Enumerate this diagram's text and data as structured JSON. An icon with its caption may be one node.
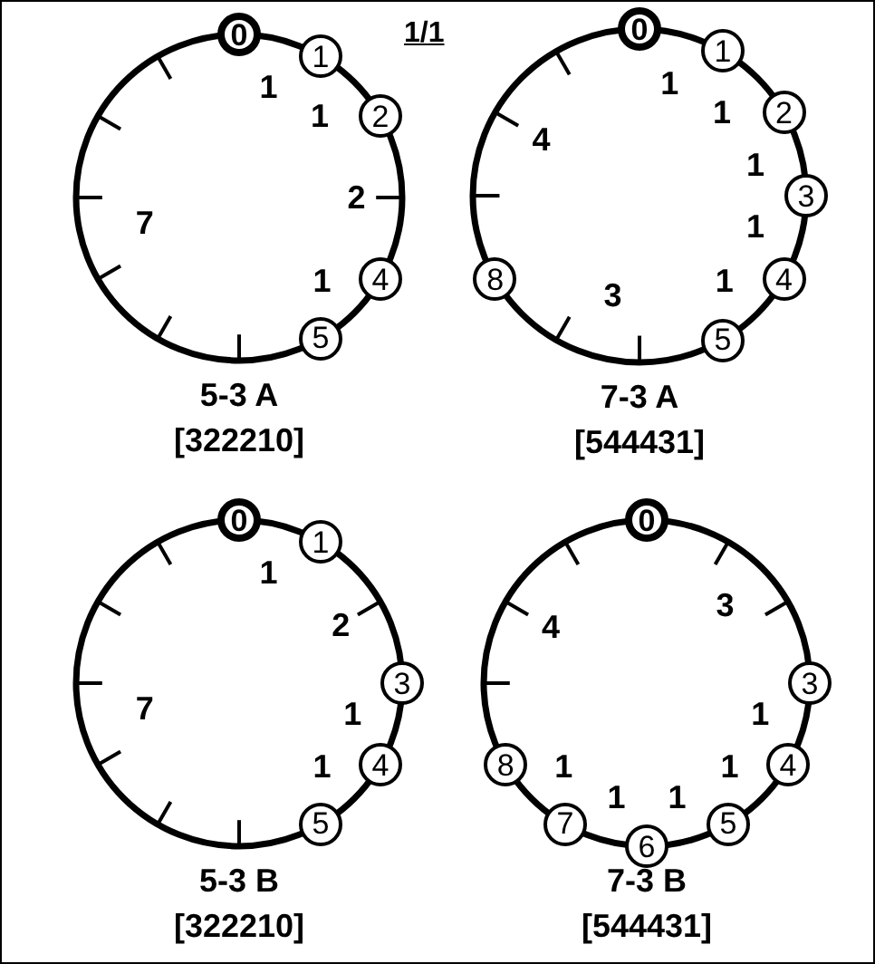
{
  "diagram": {
    "nodes": [
      {
        "text": [
          "0"
        ]
      },
      {
        "text": [
          "1"
        ]
      },
      {
        "text": [
          "2"
        ]
      },
      {
        "text": [
          "4"
        ]
      },
      {
        "text": [
          "5"
        ]
      },
      {
        "text": [
          "0"
        ]
      },
      {
        "text": [
          "1"
        ]
      },
      {
        "text": [
          "2"
        ]
      },
      {
        "text": [
          "3"
        ]
      },
      {
        "text": [
          "4"
        ]
      },
      {
        "text": [
          "5"
        ]
      },
      {
        "text": [
          "8"
        ]
      },
      {
        "text": [
          "0"
        ]
      },
      {
        "text": [
          "1"
        ]
      },
      {
        "text": [
          "3"
        ]
      },
      {
        "text": [
          "4"
        ]
      },
      {
        "text": [
          "5"
        ]
      },
      {
        "text": [
          "0"
        ]
      },
      {
        "text": [
          "3"
        ]
      },
      {
        "text": [
          "4"
        ]
      },
      {
        "text": [
          "5"
        ]
      },
      {
        "text": [
          "6"
        ]
      },
      {
        "text": [
          "7"
        ]
      },
      {
        "text": [
          "8"
        ]
      }
    ],
    "labels": [
      "1/1",
      "1",
      "1",
      "2",
      "1",
      "7",
      "5-3 A",
      "[322210]",
      "1",
      "1",
      "1",
      "1",
      "1",
      "3",
      "4",
      "7-3 A",
      "[544431]",
      "1",
      "2",
      "1",
      "1",
      "7",
      "5-3 B",
      "[322210]",
      "3",
      "1",
      "1",
      "1",
      "1",
      "1",
      "4",
      "7-3 B",
      "[544431]"
    ]
  }
}
